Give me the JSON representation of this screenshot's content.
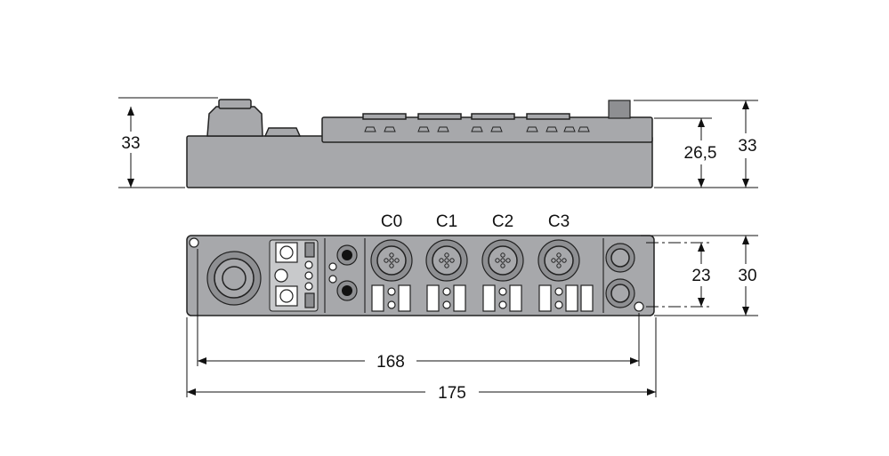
{
  "dimensions": {
    "side_height_left": "33",
    "side_height_right": "33",
    "side_height_inner": "26,5",
    "front_hole_spacing_vertical": "23",
    "front_height": "30",
    "hole_spacing_horizontal": "168",
    "total_length": "175"
  },
  "channels": [
    "C0",
    "C1",
    "C2",
    "C3"
  ],
  "colors": {
    "housing": "#a7a8ab",
    "line": "#111111"
  }
}
